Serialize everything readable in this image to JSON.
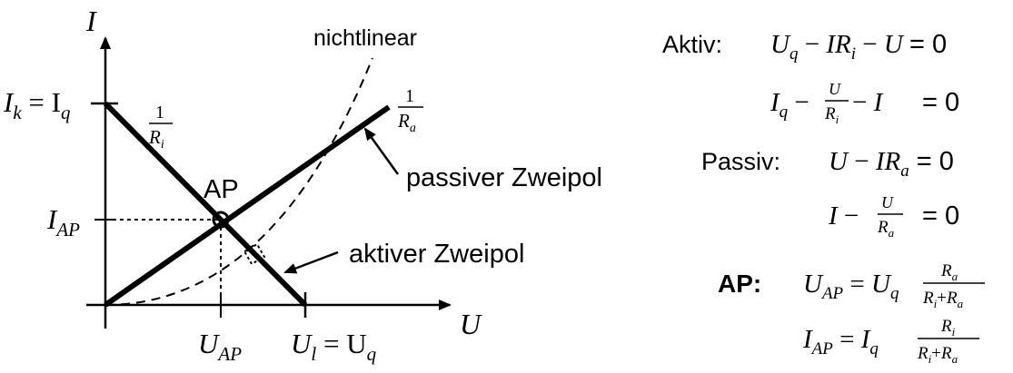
{
  "diagram": {
    "axis_y_label": "I",
    "axis_x_label": "U",
    "label_ik": "I",
    "label_ik_sub": "k",
    "label_ik_eq": " = I",
    "label_ik_sub2": "q",
    "label_iap": "I",
    "label_iap_sub": "AP",
    "label_uap": "U",
    "label_uap_sub": "AP",
    "label_ul": "U",
    "label_ul_sub": "l",
    "label_ul_eq": " = U",
    "label_ul_sub2": "q",
    "label_nichtlinear": "nichtlinear",
    "label_ap": "AP",
    "label_passiv": "passiver Zweipol",
    "label_aktiv": "aktiver Zweipol",
    "frac_ri_num": "1",
    "frac_ri_den": "R",
    "frac_ri_sub": "i",
    "frac_ra_num": "1",
    "frac_ra_den": "R",
    "frac_ra_sub": "a"
  },
  "equations": {
    "aktiv_label": "Aktiv:",
    "passiv_label": "Passiv:",
    "ap_label": "AP:",
    "eq_zero": "= 0"
  }
}
